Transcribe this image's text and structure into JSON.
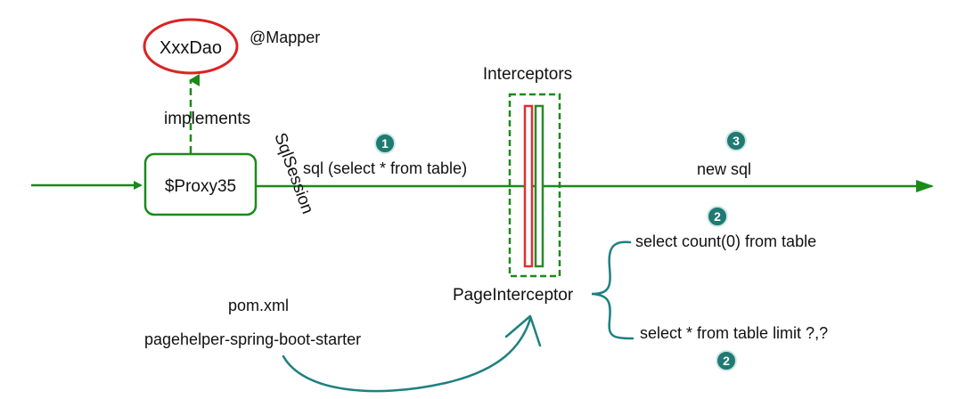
{
  "labels": {
    "dao": "XxxDao",
    "mapper": "@Mapper",
    "implements": "implements",
    "proxy": "$Proxy35",
    "sqlsession": "SqlSession",
    "sql": "sql (select * from table)",
    "interceptors": "Interceptors",
    "new_sql": "new sql",
    "count_sql": "select count(0) from table",
    "limit_sql": "select * from table limit ?,?",
    "page_interceptor": "PageInterceptor",
    "pom": "pom.xml",
    "starter": "pagehelper-spring-boot-starter"
  },
  "badges": {
    "step1": "1",
    "step2_top": "2",
    "step2_bottom": "2",
    "step3": "3"
  },
  "colors": {
    "flow_green": "#1a8a1a",
    "dao_red": "#dd2222",
    "badge_teal": "#1f7a73",
    "curve_teal": "#1e8080",
    "filter_red": "#e03030",
    "filter_green": "#2a8a2a"
  }
}
